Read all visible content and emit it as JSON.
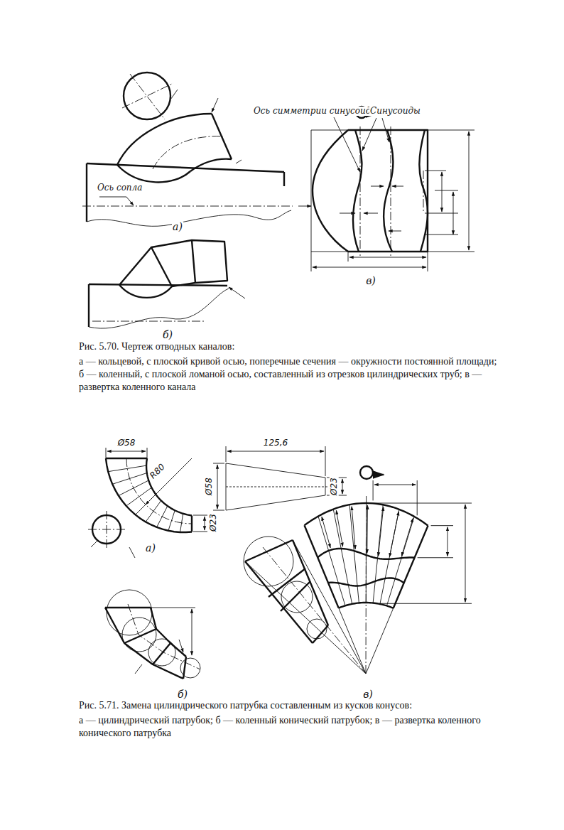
{
  "diagram": {
    "labels": [
      "Ось сопла",
      "а)",
      "б)",
      "Ось симметрии синусоид",
      "Синусоиды",
      "в)",
      "Рис. 5.70. Чертеж отводных каналов:",
      "а — кольцевой, с плоской кривой осью, поперечные сечения — окружности постоянной площади; б — коленный, с плоской ломаной осью, составленный из отрезков цилиндрических труб; в — развертка коленного канала",
      "Ø58",
      "R80",
      "Ø23",
      "125,6",
      "Ø58",
      "Ø23",
      "а)",
      "б)",
      "в)",
      "Рис. 5.71. Замена цилиндрического патрубка составленным из кусков конусов:",
      "а — цилиндрический патрубок; б — коленный конический патрубок; в — развертка коленного конического патрубка"
    ]
  }
}
